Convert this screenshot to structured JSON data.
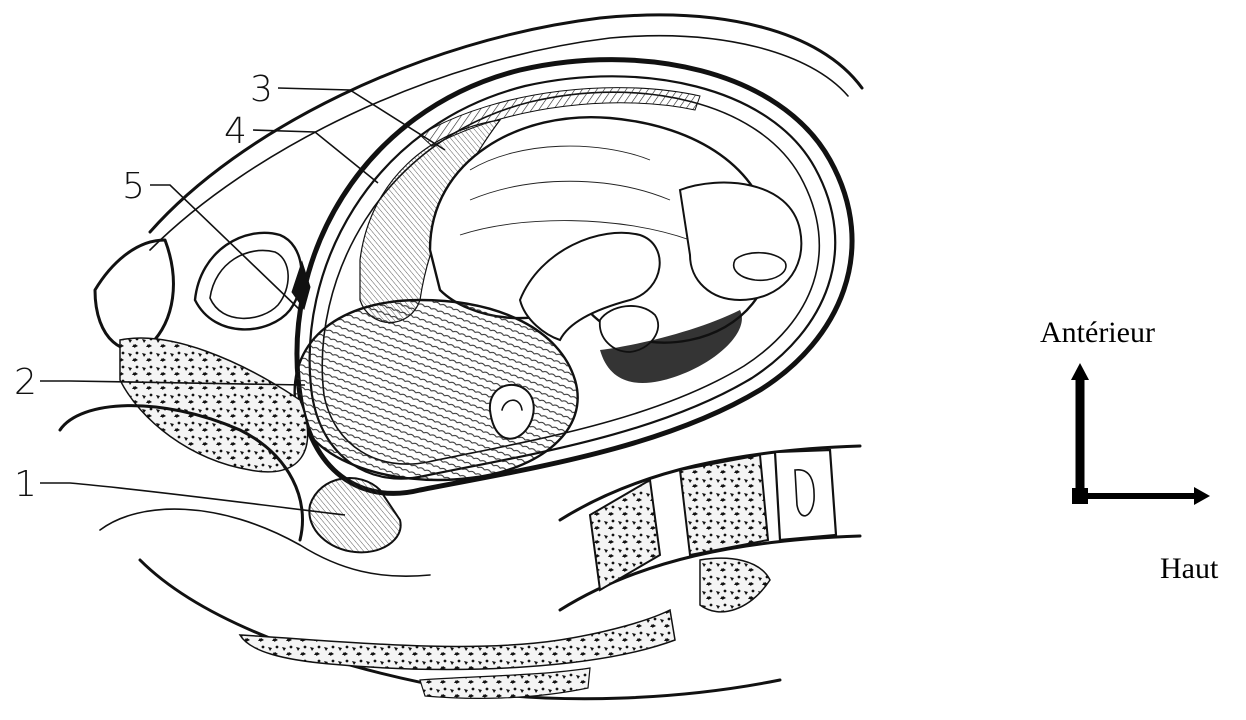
{
  "labels": [
    "1",
    "2",
    "3",
    "4",
    "5"
  ],
  "orientation": {
    "vertical_label": "Antérieur",
    "horizontal_label": "Haut"
  }
}
